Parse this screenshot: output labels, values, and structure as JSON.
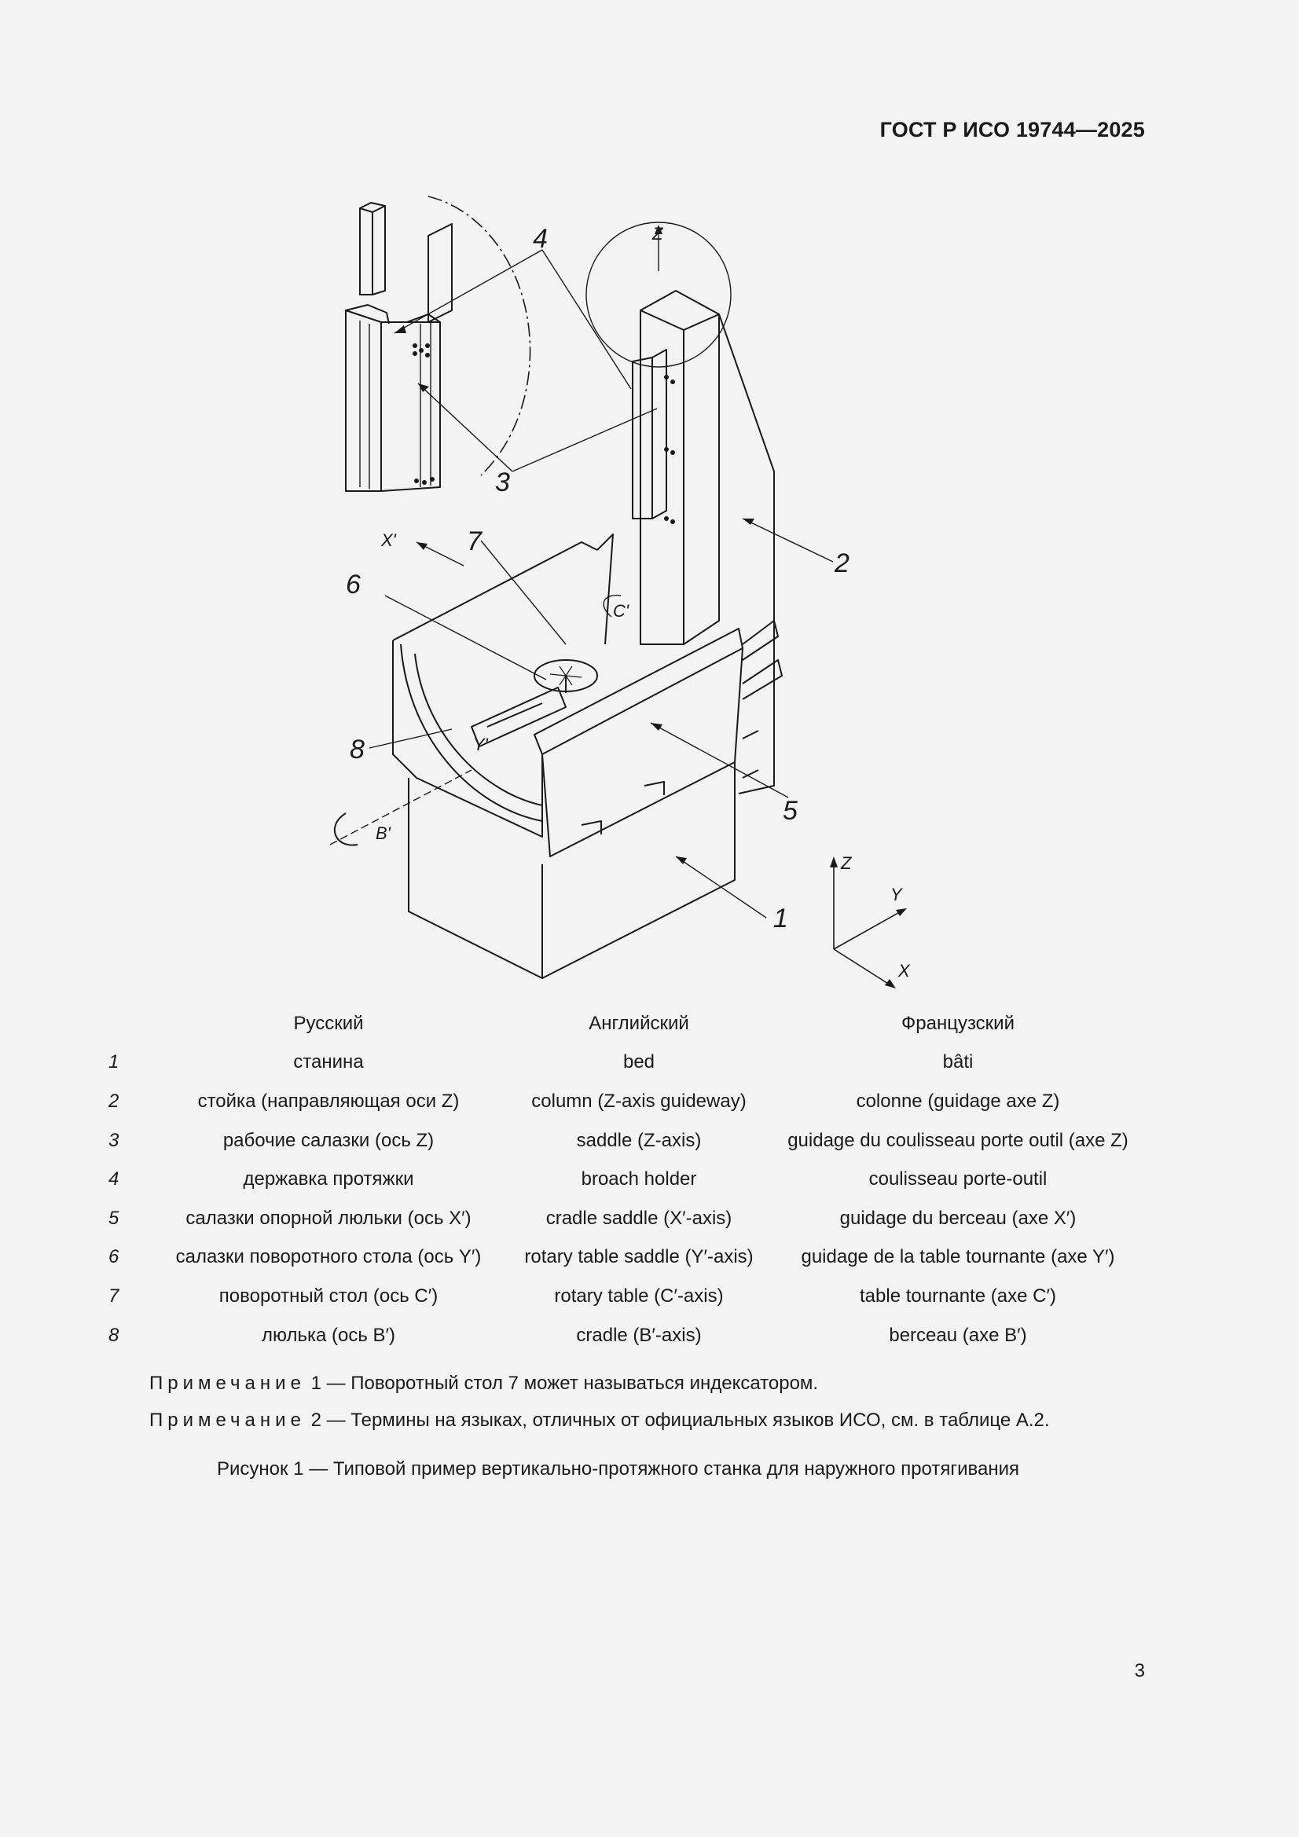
{
  "header": {
    "doc_code": "ГОСТ Р ИСО 19744—2025"
  },
  "figure": {
    "callouts": [
      "1",
      "2",
      "3",
      "4",
      "5",
      "6",
      "7",
      "8"
    ],
    "axis_labels": {
      "z_top": "Z",
      "x_prime": "X'",
      "y_prime": "Y'",
      "c_prime": "C'",
      "b_prime": "B'",
      "triad_z": "Z",
      "triad_y": "Y",
      "triad_x": "X"
    }
  },
  "legend": {
    "headers": {
      "ru": "Русский",
      "en": "Английский",
      "fr": "Французский"
    },
    "rows": [
      {
        "num": "1",
        "ru": "станина",
        "en": "bed",
        "fr": "bâti"
      },
      {
        "num": "2",
        "ru": "стойка (направляющая оси Z)",
        "en": "column (Z-axis guideway)",
        "fr": "colonne (guidage axe Z)"
      },
      {
        "num": "3",
        "ru": "рабочие салазки (ось Z)",
        "en": "saddle (Z-axis)",
        "fr": "guidage du coulisseau porte outil (axe Z)"
      },
      {
        "num": "4",
        "ru": "державка протяжки",
        "en": "broach holder",
        "fr": "coulisseau porte-outil"
      },
      {
        "num": "5",
        "ru": "салазки опорной люльки (ось X′)",
        "en": "cradle saddle (X′-axis)",
        "fr": "guidage du berceau (axe X′)"
      },
      {
        "num": "6",
        "ru": "салазки поворотного стола (ось Y′)",
        "en": "rotary table saddle (Y′-axis)",
        "fr": "guidage de la table tournante (axe Y′)"
      },
      {
        "num": "7",
        "ru": "поворотный стол (ось C′)",
        "en": "rotary table (C′-axis)",
        "fr": "table tournante (axe C′)"
      },
      {
        "num": "8",
        "ru": "люлька (ось B′)",
        "en": "cradle (B′-axis)",
        "fr": "berceau (axe B′)"
      }
    ]
  },
  "notes": [
    {
      "label": "Примечание",
      "text": "1 — Поворотный стол 7 может называться индексатором."
    },
    {
      "label": "Примечание",
      "text": "2 — Термины на языках, отличных от официальных языков ИСО, см. в таблице А.2."
    }
  ],
  "caption": "Рисунок 1 — Типовой пример вертикально-протяжного станка для наружного протягивания",
  "page_number": "3"
}
